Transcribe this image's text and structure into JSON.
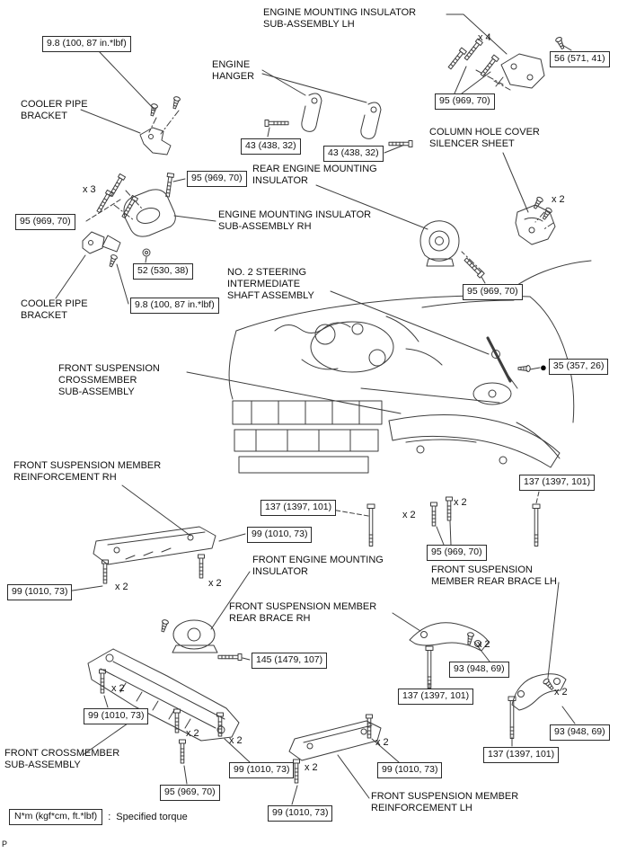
{
  "page": {
    "corner_letter": "P"
  },
  "legend": {
    "units": "N*m (kgf*cm, ft.*lbf)",
    "separator": ":",
    "description": "Specified torque"
  },
  "icons": {
    "bullet": "●"
  },
  "multipliers": {
    "x2": "x 2",
    "x3": "x 3",
    "x4": "x 4"
  },
  "torques": {
    "t9_8": "9.8 (100, 87 in.*lbf)",
    "t35": "35 (357, 26)",
    "t43": "43 (438, 32)",
    "t52": "52 (530, 38)",
    "t56": "56 (571, 41)",
    "t93": "93 (948, 69)",
    "t95": "95 (969, 70)",
    "t99": "99 (1010, 73)",
    "t137": "137 (1397, 101)",
    "t145": "145 (1479, 107)"
  },
  "parts": {
    "engine_mounting_insulator_lh": "ENGINE MOUNTING INSULATOR\nSUB-ASSEMBLY LH",
    "engine_hanger": "ENGINE\nHANGER",
    "cooler_pipe_bracket_top": "COOLER PIPE\nBRACKET",
    "rear_engine_mounting_insulator": "REAR ENGINE MOUNTING\nINSULATOR",
    "column_hole_cover_silencer_sheet": "COLUMN HOLE COVER\nSILENCER SHEET",
    "engine_mounting_insulator_rh": "ENGINE MOUNTING INSULATOR\nSUB-ASSEMBLY RH",
    "no2_steering_intermediate_shaft": "NO. 2 STEERING\nINTERMEDIATE\nSHAFT ASSEMBLY",
    "cooler_pipe_bracket_bottom": "COOLER PIPE\nBRACKET",
    "front_suspension_crossmember": "FRONT SUSPENSION\nCROSSMEMBER\nSUB-ASSEMBLY",
    "front_suspension_member_reinforcement_rh": "FRONT SUSPENSION MEMBER\nREINFORCEMENT RH",
    "front_engine_mounting_insulator": "FRONT ENGINE MOUNTING\nINSULATOR",
    "front_suspension_member_rear_brace_lh": "FRONT SUSPENSION\nMEMBER REAR BRACE LH",
    "front_suspension_member_rear_brace_rh": "FRONT SUSPENSION MEMBER\nREAR BRACE RH",
    "front_crossmember": "FRONT CROSSMEMBER\nSUB-ASSEMBLY",
    "front_suspension_member_reinforcement_lh": "FRONT SUSPENSION MEMBER\nREINFORCEMENT LH"
  }
}
